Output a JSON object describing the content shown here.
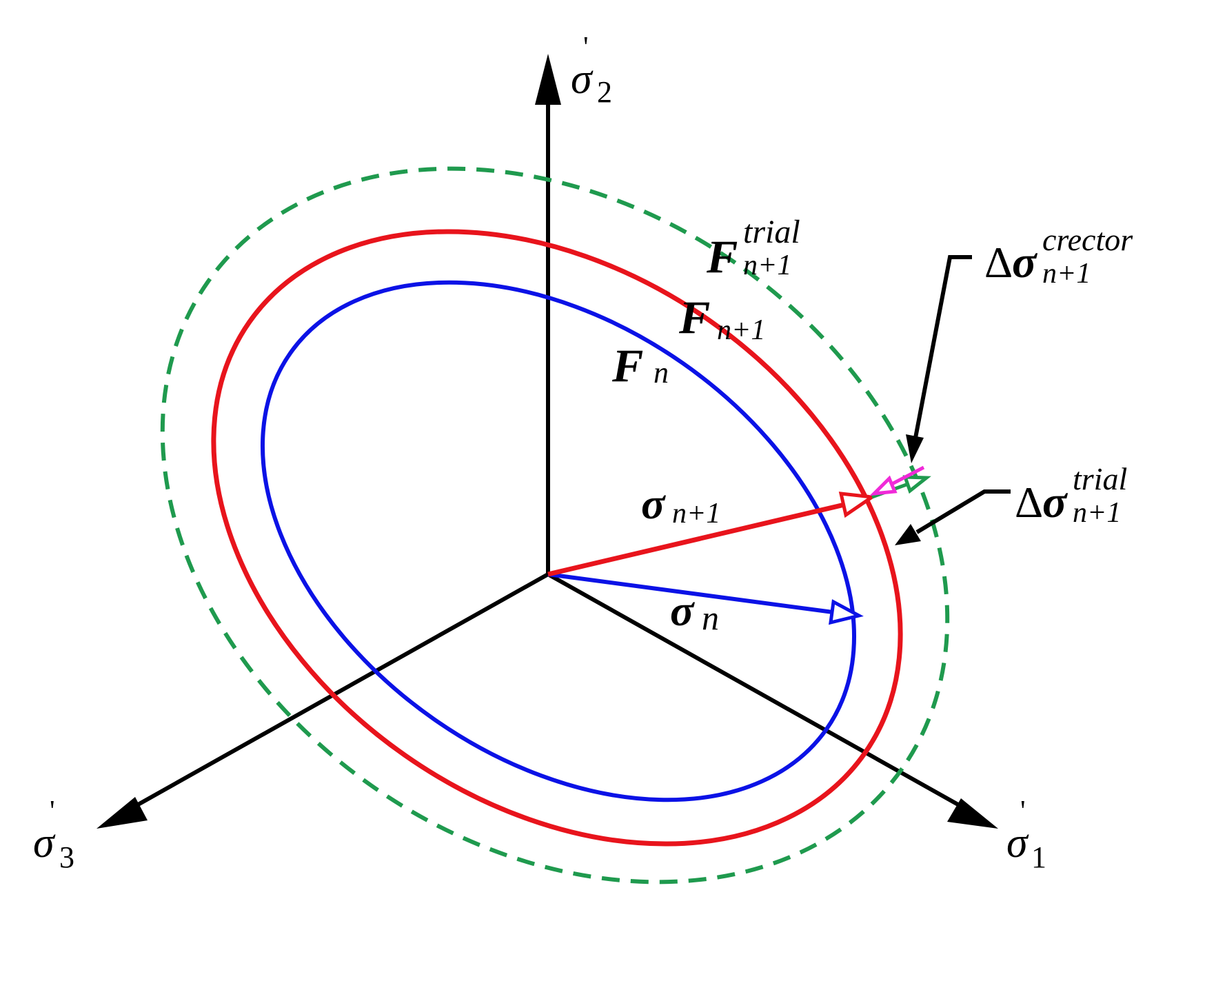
{
  "axes": {
    "sigma2": {
      "sym": "σ",
      "prime": "'",
      "sub": "2"
    },
    "sigma1": {
      "sym": "σ",
      "prime": "'",
      "sub": "1"
    },
    "sigma3": {
      "sym": "σ",
      "prime": "'",
      "sub": "3"
    }
  },
  "surfaces": {
    "trial": {
      "main": "F",
      "sub": "n+1",
      "sup": "trial"
    },
    "next": {
      "main": "F",
      "sub": "n+1"
    },
    "current": {
      "main": "F",
      "sub": "n"
    }
  },
  "vectors": {
    "sigma_n1": {
      "main": "σ",
      "sub": "n+1"
    },
    "sigma_n": {
      "main": "σ",
      "sub": "n"
    }
  },
  "callouts": {
    "corrector": {
      "delta": "Δ",
      "main": "σ",
      "sub": "n+1",
      "sup": "crector"
    },
    "trial_inc": {
      "delta": "Δ",
      "main": "σ",
      "sub": "n+1",
      "sup": "trial"
    }
  },
  "colors": {
    "axis": "#000000",
    "current_surface": "#0b12e6",
    "next_surface": "#e8141c",
    "trial_surface": "#1f9a4e",
    "corrector_arrow": "#f02ad8"
  }
}
